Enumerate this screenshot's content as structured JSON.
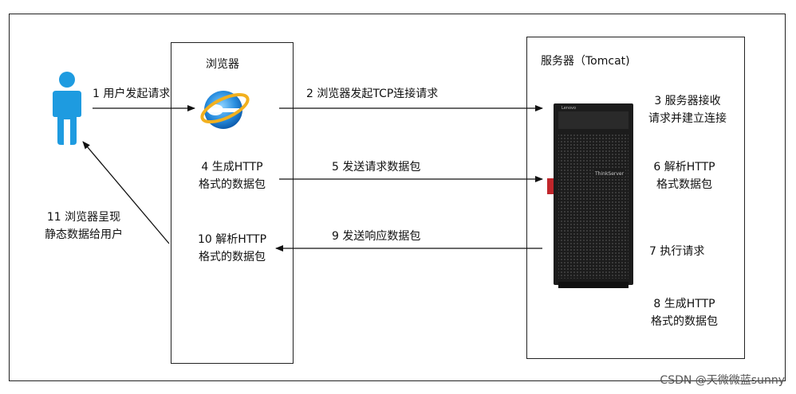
{
  "browser": {
    "title": "浏览器"
  },
  "server": {
    "title": "服务器（Tomcat)",
    "brand": "Lenovo",
    "model": "ThinkServer"
  },
  "steps": {
    "s1": "1 用户发起请求",
    "s2": "2 浏览器发起TCP连接请求",
    "s3": [
      "3 服务器接收",
      "请求并建立连接"
    ],
    "s4": [
      "4 生成HTTP",
      "格式的数据包"
    ],
    "s5": "5 发送请求数据包",
    "s6": [
      "6 解析HTTP",
      "格式数据包"
    ],
    "s7": "7 执行请求",
    "s8": [
      "8 生成HTTP",
      "格式的数据包"
    ],
    "s9": "9 发送响应数据包",
    "s10": [
      "10 解析HTTP",
      "格式的数据包"
    ],
    "s11": [
      "11 浏览器呈现",
      "静态数据给用户"
    ]
  },
  "icons": {
    "user": "person-icon",
    "browser": "internet-explorer-icon",
    "server": "tower-server-icon"
  },
  "colors": {
    "user": "#1e9be0",
    "ie_blue": "#2a8fe0",
    "ie_ring": "#f2b01e",
    "server": "#1c1c1c"
  },
  "watermark": "CSDN @天微微蓝sunny"
}
